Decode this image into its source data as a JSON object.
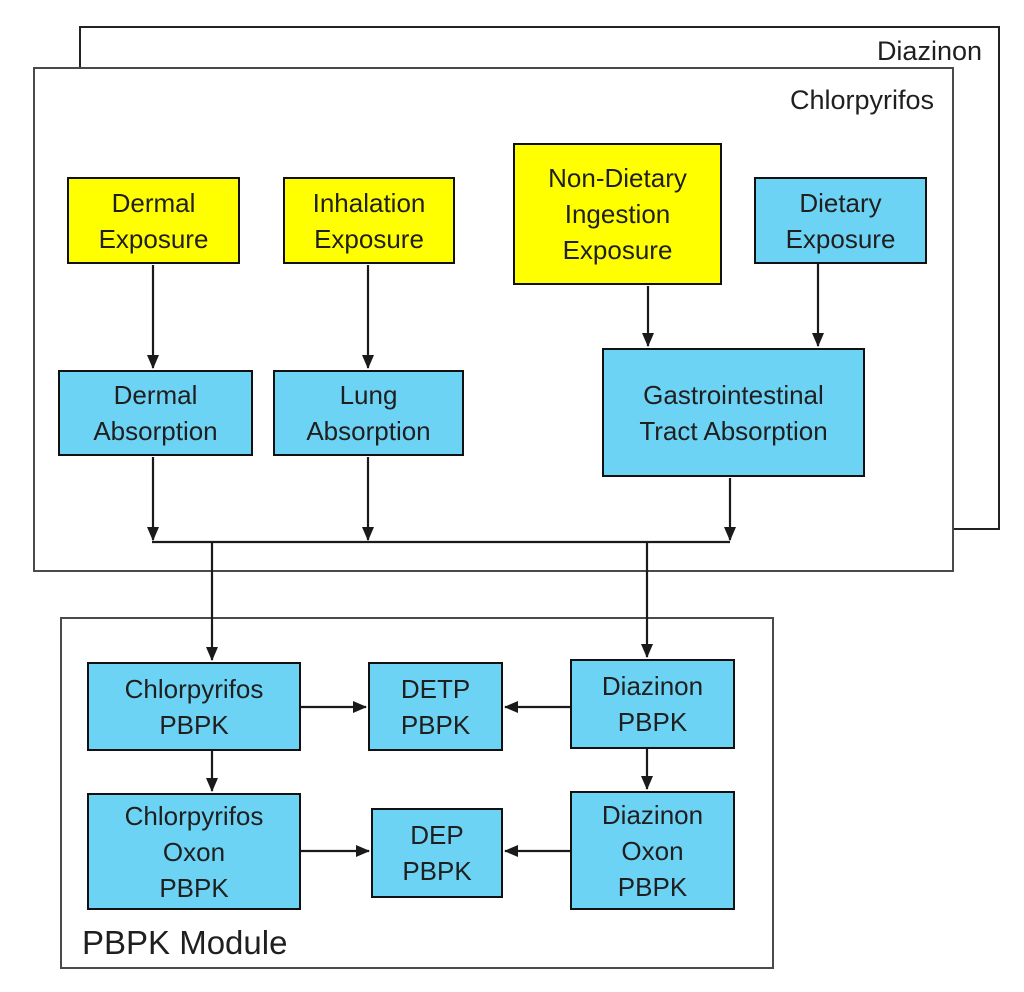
{
  "layers": {
    "back": {
      "label": "Diazinon"
    },
    "front": {
      "label": "Chlorpyrifos"
    },
    "module": {
      "label": "PBPK Module"
    }
  },
  "nodes": {
    "dermal_exposure": {
      "label": "Dermal\nExposure",
      "kind": "exposure"
    },
    "inhalation_exposure": {
      "label": "Inhalation\nExposure",
      "kind": "exposure"
    },
    "nondietary_ingestion_exposure": {
      "label": "Non-Dietary\nIngestion\nExposure",
      "kind": "exposure"
    },
    "dietary_exposure": {
      "label": "Dietary\nExposure",
      "kind": "exposure"
    },
    "dermal_absorption": {
      "label": "Dermal\nAbsorption",
      "kind": "absorption"
    },
    "lung_absorption": {
      "label": "Lung\nAbsorption",
      "kind": "absorption"
    },
    "gi_absorption": {
      "label": "Gastrointestinal\nTract Absorption",
      "kind": "absorption"
    },
    "chlorpyrifos_pbpk": {
      "label": "Chlorpyrifos\nPBPK",
      "kind": "pbpk"
    },
    "detp_pbpk": {
      "label": "DETP\nPBPK",
      "kind": "pbpk"
    },
    "diazinon_pbpk": {
      "label": "Diazinon\nPBPK",
      "kind": "pbpk"
    },
    "chlorpyrifos_oxon_pbpk": {
      "label": "Chlorpyrifos\nOxon\nPBPK",
      "kind": "pbpk"
    },
    "dep_pbpk": {
      "label": "DEP\nPBPK",
      "kind": "pbpk"
    },
    "diazinon_oxon_pbpk": {
      "label": "Diazinon\nOxon\nPBPK",
      "kind": "pbpk"
    }
  },
  "connections": [
    {
      "from": "dermal_exposure",
      "to": "dermal_absorption"
    },
    {
      "from": "inhalation_exposure",
      "to": "lung_absorption"
    },
    {
      "from": "nondietary_ingestion_exposure",
      "to": "gi_absorption"
    },
    {
      "from": "dietary_exposure",
      "to": "gi_absorption"
    },
    {
      "from": "dermal_absorption",
      "to": "collector_line"
    },
    {
      "from": "lung_absorption",
      "to": "collector_line"
    },
    {
      "from": "gi_absorption",
      "to": "collector_line"
    },
    {
      "from": "collector_line",
      "to": "chlorpyrifos_pbpk"
    },
    {
      "from": "collector_line",
      "to": "diazinon_pbpk"
    },
    {
      "from": "chlorpyrifos_pbpk",
      "to": "detp_pbpk"
    },
    {
      "from": "diazinon_pbpk",
      "to": "detp_pbpk"
    },
    {
      "from": "chlorpyrifos_pbpk",
      "to": "chlorpyrifos_oxon_pbpk"
    },
    {
      "from": "diazinon_pbpk",
      "to": "diazinon_oxon_pbpk"
    },
    {
      "from": "chlorpyrifos_oxon_pbpk",
      "to": "dep_pbpk"
    },
    {
      "from": "diazinon_oxon_pbpk",
      "to": "dep_pbpk"
    }
  ],
  "colors": {
    "exposure_fill": "#FFFF00",
    "node_fill": "#6DD3F5",
    "node_border": "#111111",
    "arrow": "#1a1a1a",
    "frame_border": "#4a4a4a",
    "back_frame_border": "#222222",
    "text": "#1f1f1f",
    "page_bg": "#ffffff"
  }
}
